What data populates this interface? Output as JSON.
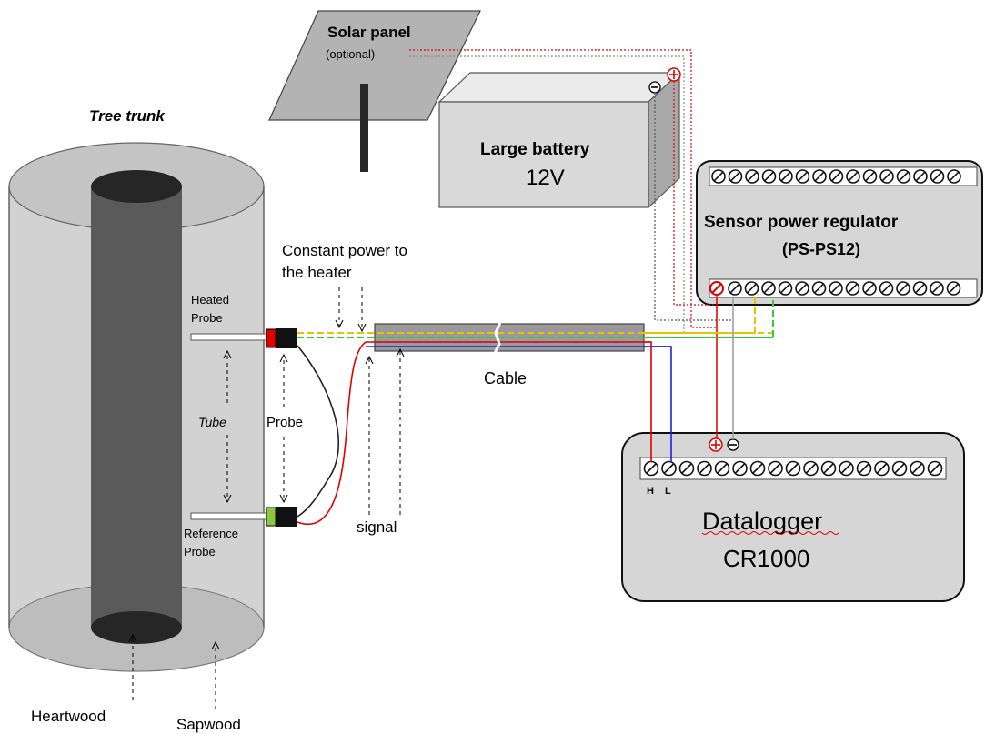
{
  "labels": {
    "tree_trunk": "Tree trunk",
    "solar_panel": "Solar panel",
    "solar_optional": "(optional)",
    "battery_name": "Large battery",
    "battery_voltage": "12V",
    "regulator_name": "Sensor power regulator",
    "regulator_model": "(PS-PS12)",
    "constant_power_line1": "Constant power to",
    "constant_power_line2": "the heater",
    "heated_probe_line1": "Heated",
    "heated_probe_line2": "Probe",
    "tube": "Tube",
    "probe": "Probe",
    "reference_probe_line1": "Reference",
    "reference_probe_line2": "Probe",
    "signal": "signal",
    "cable": "Cable",
    "datalogger_name": "Datalogger",
    "datalogger_model": "CR1000",
    "terminal_h": "H",
    "terminal_l": "L",
    "heartwood": "Heartwood",
    "sapwood": "Sapwood"
  },
  "colors": {
    "heated_probe_connector": "#e00000",
    "reference_probe_connector": "#8dc63f",
    "red_wire": "#e00000",
    "blue_wire": "#2020e0",
    "green_wire": "#33cc33",
    "yellow_wire": "#f0c000",
    "trunk_fill": "#bfbfbf",
    "heartwood_fill": "#5a5a5a",
    "device_fill": "#d6d6d6"
  }
}
